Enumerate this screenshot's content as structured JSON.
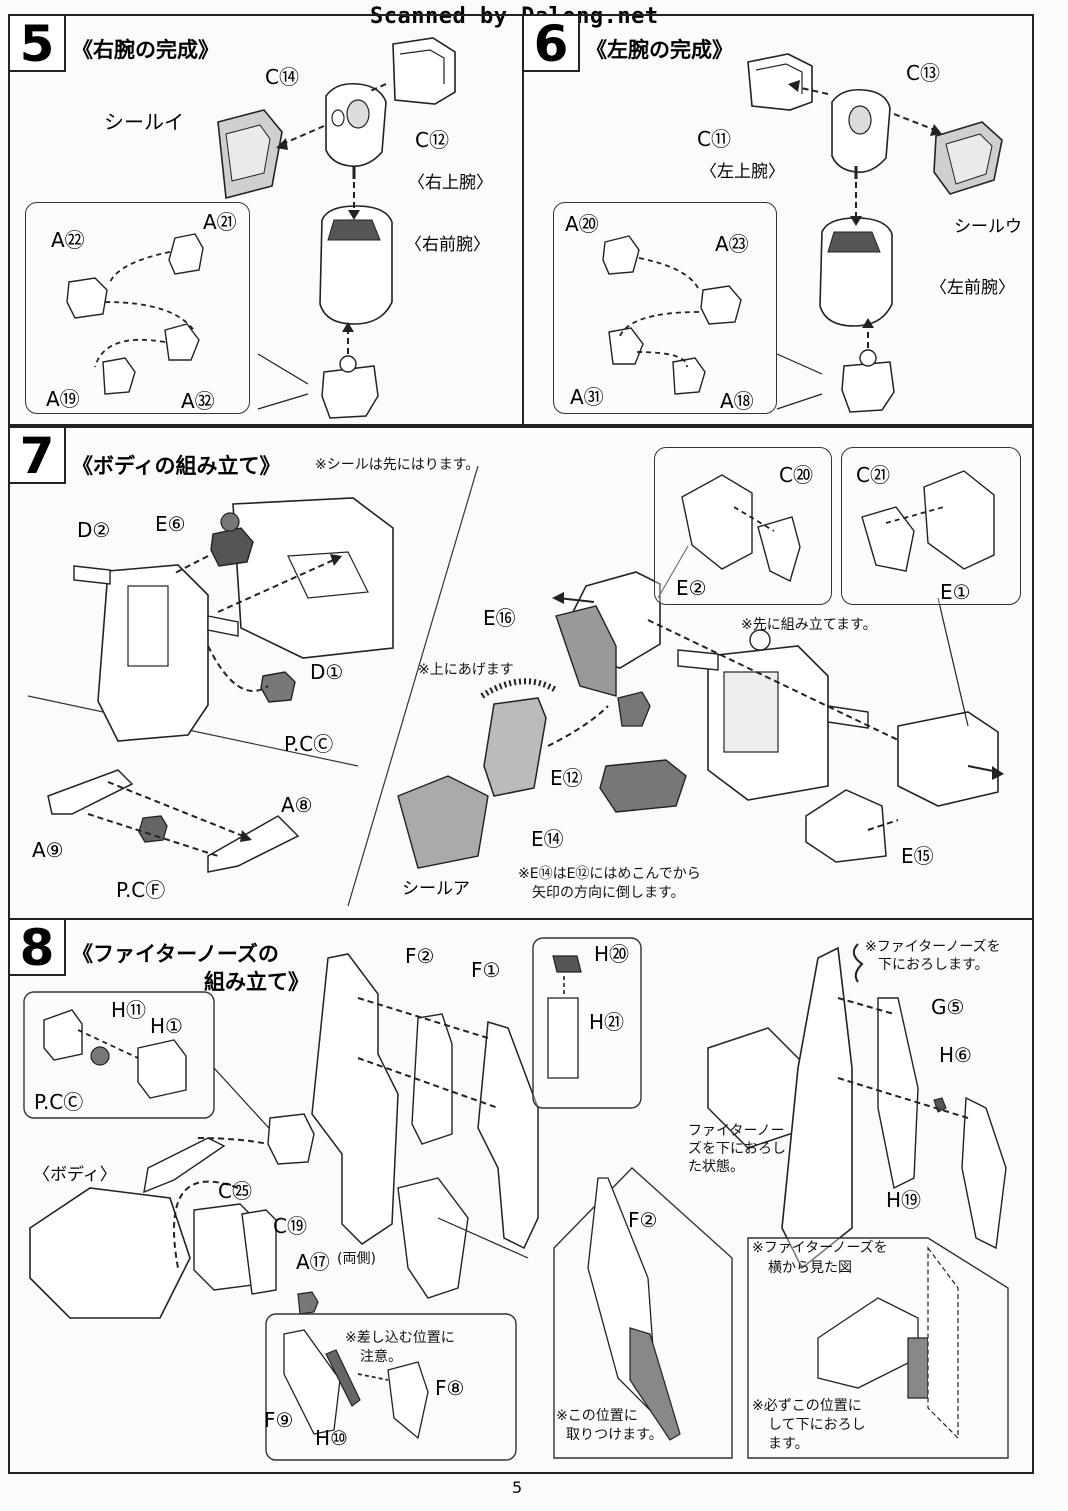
{
  "watermark": "Scanned by Dalong.net",
  "page_number": "5",
  "step5": {
    "number": "5",
    "title": "《右腕の完成》",
    "labels": {
      "c14": "C⑭",
      "seal": "シールイ",
      "c12": "C⑫",
      "upper_arm": "〈右上腕〉",
      "forearm": "〈右前腕〉",
      "a21": "A㉑",
      "a22": "A㉒",
      "a19": "A⑲",
      "a32": "A㉜"
    }
  },
  "step6": {
    "number": "6",
    "title": "《左腕の完成》",
    "labels": {
      "c13": "C⑬",
      "c11": "C⑪",
      "upper_arm": "〈左上腕〉",
      "seal": "シールウ",
      "forearm": "〈左前腕〉",
      "a20": "A⑳",
      "a23": "A㉓",
      "a31": "A㉛",
      "a18": "A⑱"
    }
  },
  "step7": {
    "number": "7",
    "title": "《ボディの組み立て》",
    "note_seal_first": "※シールは先にはります。",
    "note_assemble_first": "※先に組み立てます。",
    "note_lift_up": "※上にあげます",
    "note_insert": "※E⑭はE⑫にはめこんでから",
    "note_insert_2": "矢印の方向に倒します。",
    "labels": {
      "d2": "D②",
      "e6": "E⑥",
      "d1": "D①",
      "pcc": "P.CⒸ",
      "a8": "A⑧",
      "a9": "A⑨",
      "pcf": "P.CⒻ",
      "e16": "E⑯",
      "c20": "C⑳",
      "c21": "C㉑",
      "e2": "E②",
      "e1": "E①",
      "e12": "E⑫",
      "e14": "E⑭",
      "e15": "E⑮",
      "seal": "シールア"
    }
  },
  "step8": {
    "number": "8",
    "title_line1": "《ファイターノーズの",
    "title_line2": "組み立て》",
    "note_lower": "※ファイターノーズを",
    "note_lower_2": "下におろします。",
    "note_state_1": "ファイターノー",
    "note_state_2": "ズを下におろし",
    "note_state_3": "た状態。",
    "note_side_1": "※ファイターノーズを",
    "note_side_2": "横から見た図",
    "note_pos_1": "※差し込む位置に",
    "note_pos_2": "注意。",
    "note_attach_1": "※この位置に",
    "note_attach_2": "取りつけます。",
    "note_must_1": "※必ずこの位置に",
    "note_must_2": "して下におろし",
    "note_must_3": "ます。",
    "labels": {
      "h11": "H⑪",
      "h1": "H①",
      "pcc": "P.CⒸ",
      "f2": "F②",
      "f1": "F①",
      "h20": "H⑳",
      "h21": "H㉑",
      "body": "〈ボディ〉",
      "c25": "C㉕",
      "c19": "C⑲",
      "a17": "A⑰",
      "a17_note": "(両側)",
      "f8": "F⑧",
      "f9": "F⑨",
      "h10": "H⑩",
      "f2b": "F②",
      "g5": "G⑤",
      "h6": "H⑥",
      "h19": "H⑲"
    }
  }
}
